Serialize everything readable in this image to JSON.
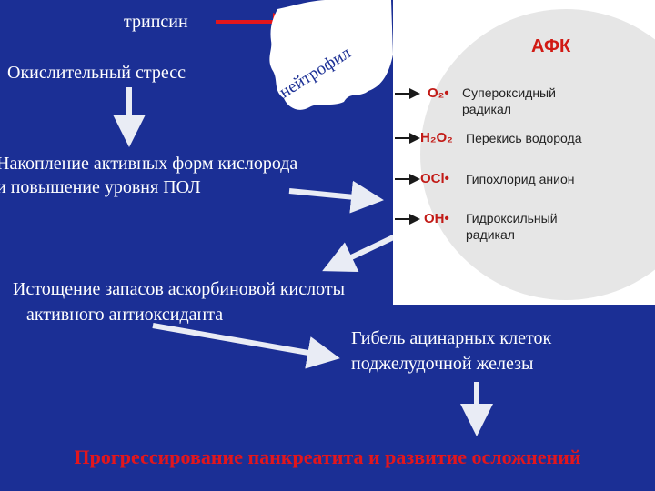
{
  "labels": {
    "trypsin": "трипсин",
    "oxidative_stress": "Окислительный стресс",
    "neutrophil": "нейтрофил",
    "accumulation_line1": "Накопление активных форм кислорода",
    "accumulation_line2": "и повышение уровня ПОЛ",
    "depletion_line1": "Истощение запасов аскорбиновой кислоты",
    "depletion_line2": "– активного антиоксиданта",
    "death_line1": "Гибель ацинарных клеток",
    "death_line2": "поджелудочной железы",
    "final": "Прогрессирование панкреатита и развитие осложнений"
  },
  "afk": {
    "title": "АФК",
    "items": [
      {
        "formula": "O₂•",
        "name_line1": "Супероксидный",
        "name_line2": "радикал"
      },
      {
        "formula": "H₂O₂",
        "name_line1": "Перекись водорода",
        "name_line2": ""
      },
      {
        "formula": "OCl•",
        "name_line1": "Гипохлорид анион",
        "name_line2": ""
      },
      {
        "formula": "OH•",
        "name_line1": "Гидроксильный",
        "name_line2": "радикал"
      }
    ]
  },
  "colors": {
    "background": "#1b2f95",
    "text": "#ffffff",
    "accent_red": "#e3161c",
    "afk_red": "#c21b17",
    "circle_fill": "#e6e6e6",
    "arrow_dark": "#1a1a1a"
  }
}
